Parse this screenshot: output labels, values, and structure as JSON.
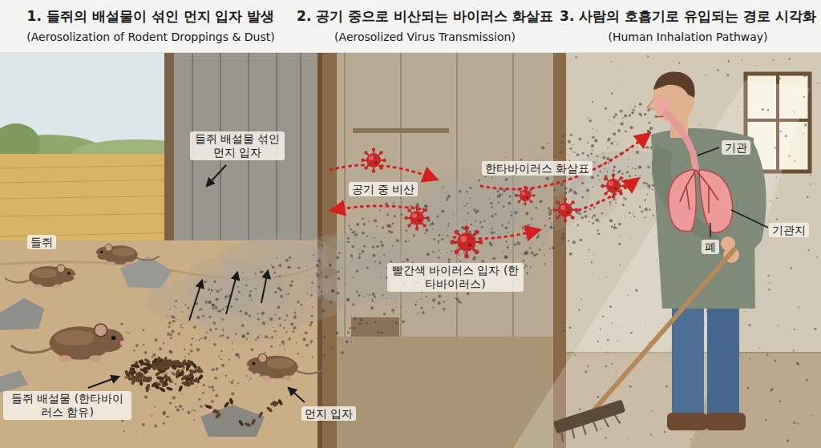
{
  "diagram": {
    "labels": [
      "1. 들쥐의 배설물이 섞인 먼지 입자 발생",
      "(Aerosolization of Rodent Droppings & Dust)",
      "2. 공기 중으로 비산되는 바이러스 화살표",
      "(Aerosolized Virus Transmission)",
      "3. 사람의 호흡기로 유입되는 경로 시각화",
      "(Human Inhalation Pathway)",
      "들쥐 배설물 섞인 먼지 입자",
      "공기 중 비산",
      "한타바이러스 화살표",
      "빨간색 바이러스 입자 (한타바이러스)",
      "들쥐",
      "들쥐 배설물 (한타바이러스 함유)",
      "먼지 입자",
      "기관",
      "기관지",
      "폐"
    ]
  }
}
